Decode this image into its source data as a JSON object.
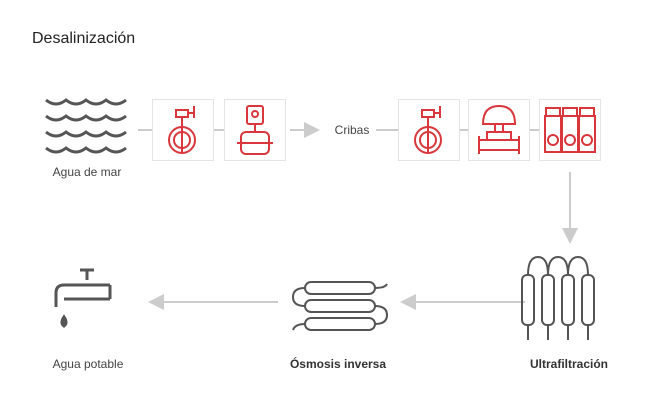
{
  "title": "Desalinización",
  "labels": {
    "seawater": "Agua de mar",
    "screens": "Cribas",
    "ultrafiltration": "Ultrafiltración",
    "reverse_osmosis": "Ósmosis inversa",
    "drinking_water": "Agua potable"
  },
  "colors": {
    "accent": "#d9373c",
    "gray": "#555555",
    "connector": "#cccccc"
  }
}
